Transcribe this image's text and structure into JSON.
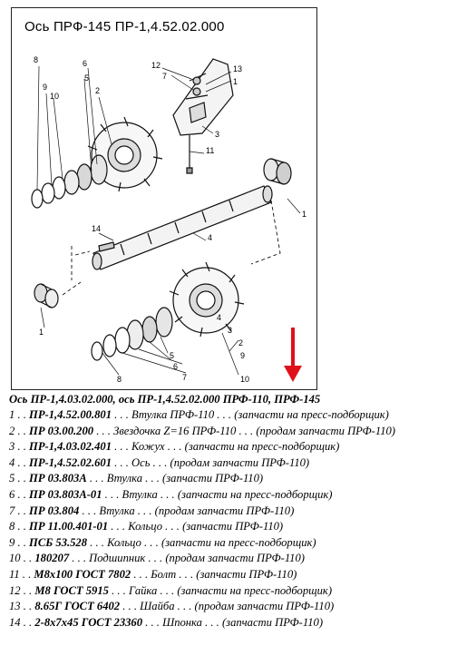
{
  "diagram": {
    "title": "Ось ПРФ-145 ПР-1,4.52.02.000",
    "callouts": [
      "8",
      "9",
      "10",
      "6",
      "2",
      "5",
      "12",
      "7",
      "13",
      "1",
      "3",
      "11",
      "1",
      "14",
      "4",
      "1",
      "9",
      "2",
      "3",
      "4",
      "5",
      "6",
      "7",
      "8",
      "10"
    ]
  },
  "legend": {
    "title": "Ось ПР-1,4.03.02.000, ось ПР-1,4.52.02.000 ПРФ-110, ПРФ-145",
    "rows": [
      {
        "num": "1 . . ",
        "code": "ПР-1,4.52.00.801",
        "desc": " . . . Втулка ПРФ-110 . . . (запчасти на пресс-подборщик)"
      },
      {
        "num": "2 . . ",
        "code": "ПР 03.00.200",
        "desc": " . . . Звездочка Z=16 ПРФ-110 . . . (продам запчасти ПРФ-110)"
      },
      {
        "num": "3 . . ",
        "code": "ПР-1,4.03.02.401",
        "desc": " . . . Кожух . . . (запчасти на пресс-подборщик)"
      },
      {
        "num": "4 . . ",
        "code": "ПР-1,4.52.02.601",
        "desc": " . . . Ось . . . (продам запчасти ПРФ-110)"
      },
      {
        "num": "5 . . ",
        "code": "ПР 03.803А",
        "desc": " . . . Втулка . . . (запчасти ПРФ-110)"
      },
      {
        "num": "6 . . ",
        "code": "ПР 03.803А-01",
        "desc": " . . . Втулка . . . (запчасти на пресс-подборщик)"
      },
      {
        "num": "7 . . ",
        "code": "ПР 03.804",
        "desc": " . . . Втулка . . . (продам запчасти ПРФ-110)"
      },
      {
        "num": "8 . . ",
        "code": "ПР 11.00.401-01",
        "desc": " . . . Кольцо . . . (запчасти ПРФ-110)"
      },
      {
        "num": "9 . . ",
        "code": "ПСБ 53.528",
        "desc": " . . . Кольцо . . . (запчасти на пресс-подборщик)"
      },
      {
        "num": "10 . . ",
        "code": "180207",
        "desc": " . . . Подшипник . . . (продам запчасти ПРФ-110)"
      },
      {
        "num": "11 . . ",
        "code": "М8х100 ГОСТ 7802",
        "desc": " . . . Болт . . . (запчасти ПРФ-110)"
      },
      {
        "num": "12 . . ",
        "code": "М8 ГОСТ 5915",
        "desc": " . . . Гайка . . . (запчасти на пресс-подборщик)"
      },
      {
        "num": "13 . . ",
        "code": "8.65Г ГОСТ 6402",
        "desc": " . . . Шайба . . . (продам запчасти ПРФ-110)"
      },
      {
        "num": "14 . . ",
        "code": "2-8х7х45 ГОСТ 23360",
        "desc": " . . . Шпонка . . . (запчасти ПРФ-110)"
      }
    ]
  },
  "colors": {
    "arrow": "#e0101a",
    "ink": "#111111"
  }
}
